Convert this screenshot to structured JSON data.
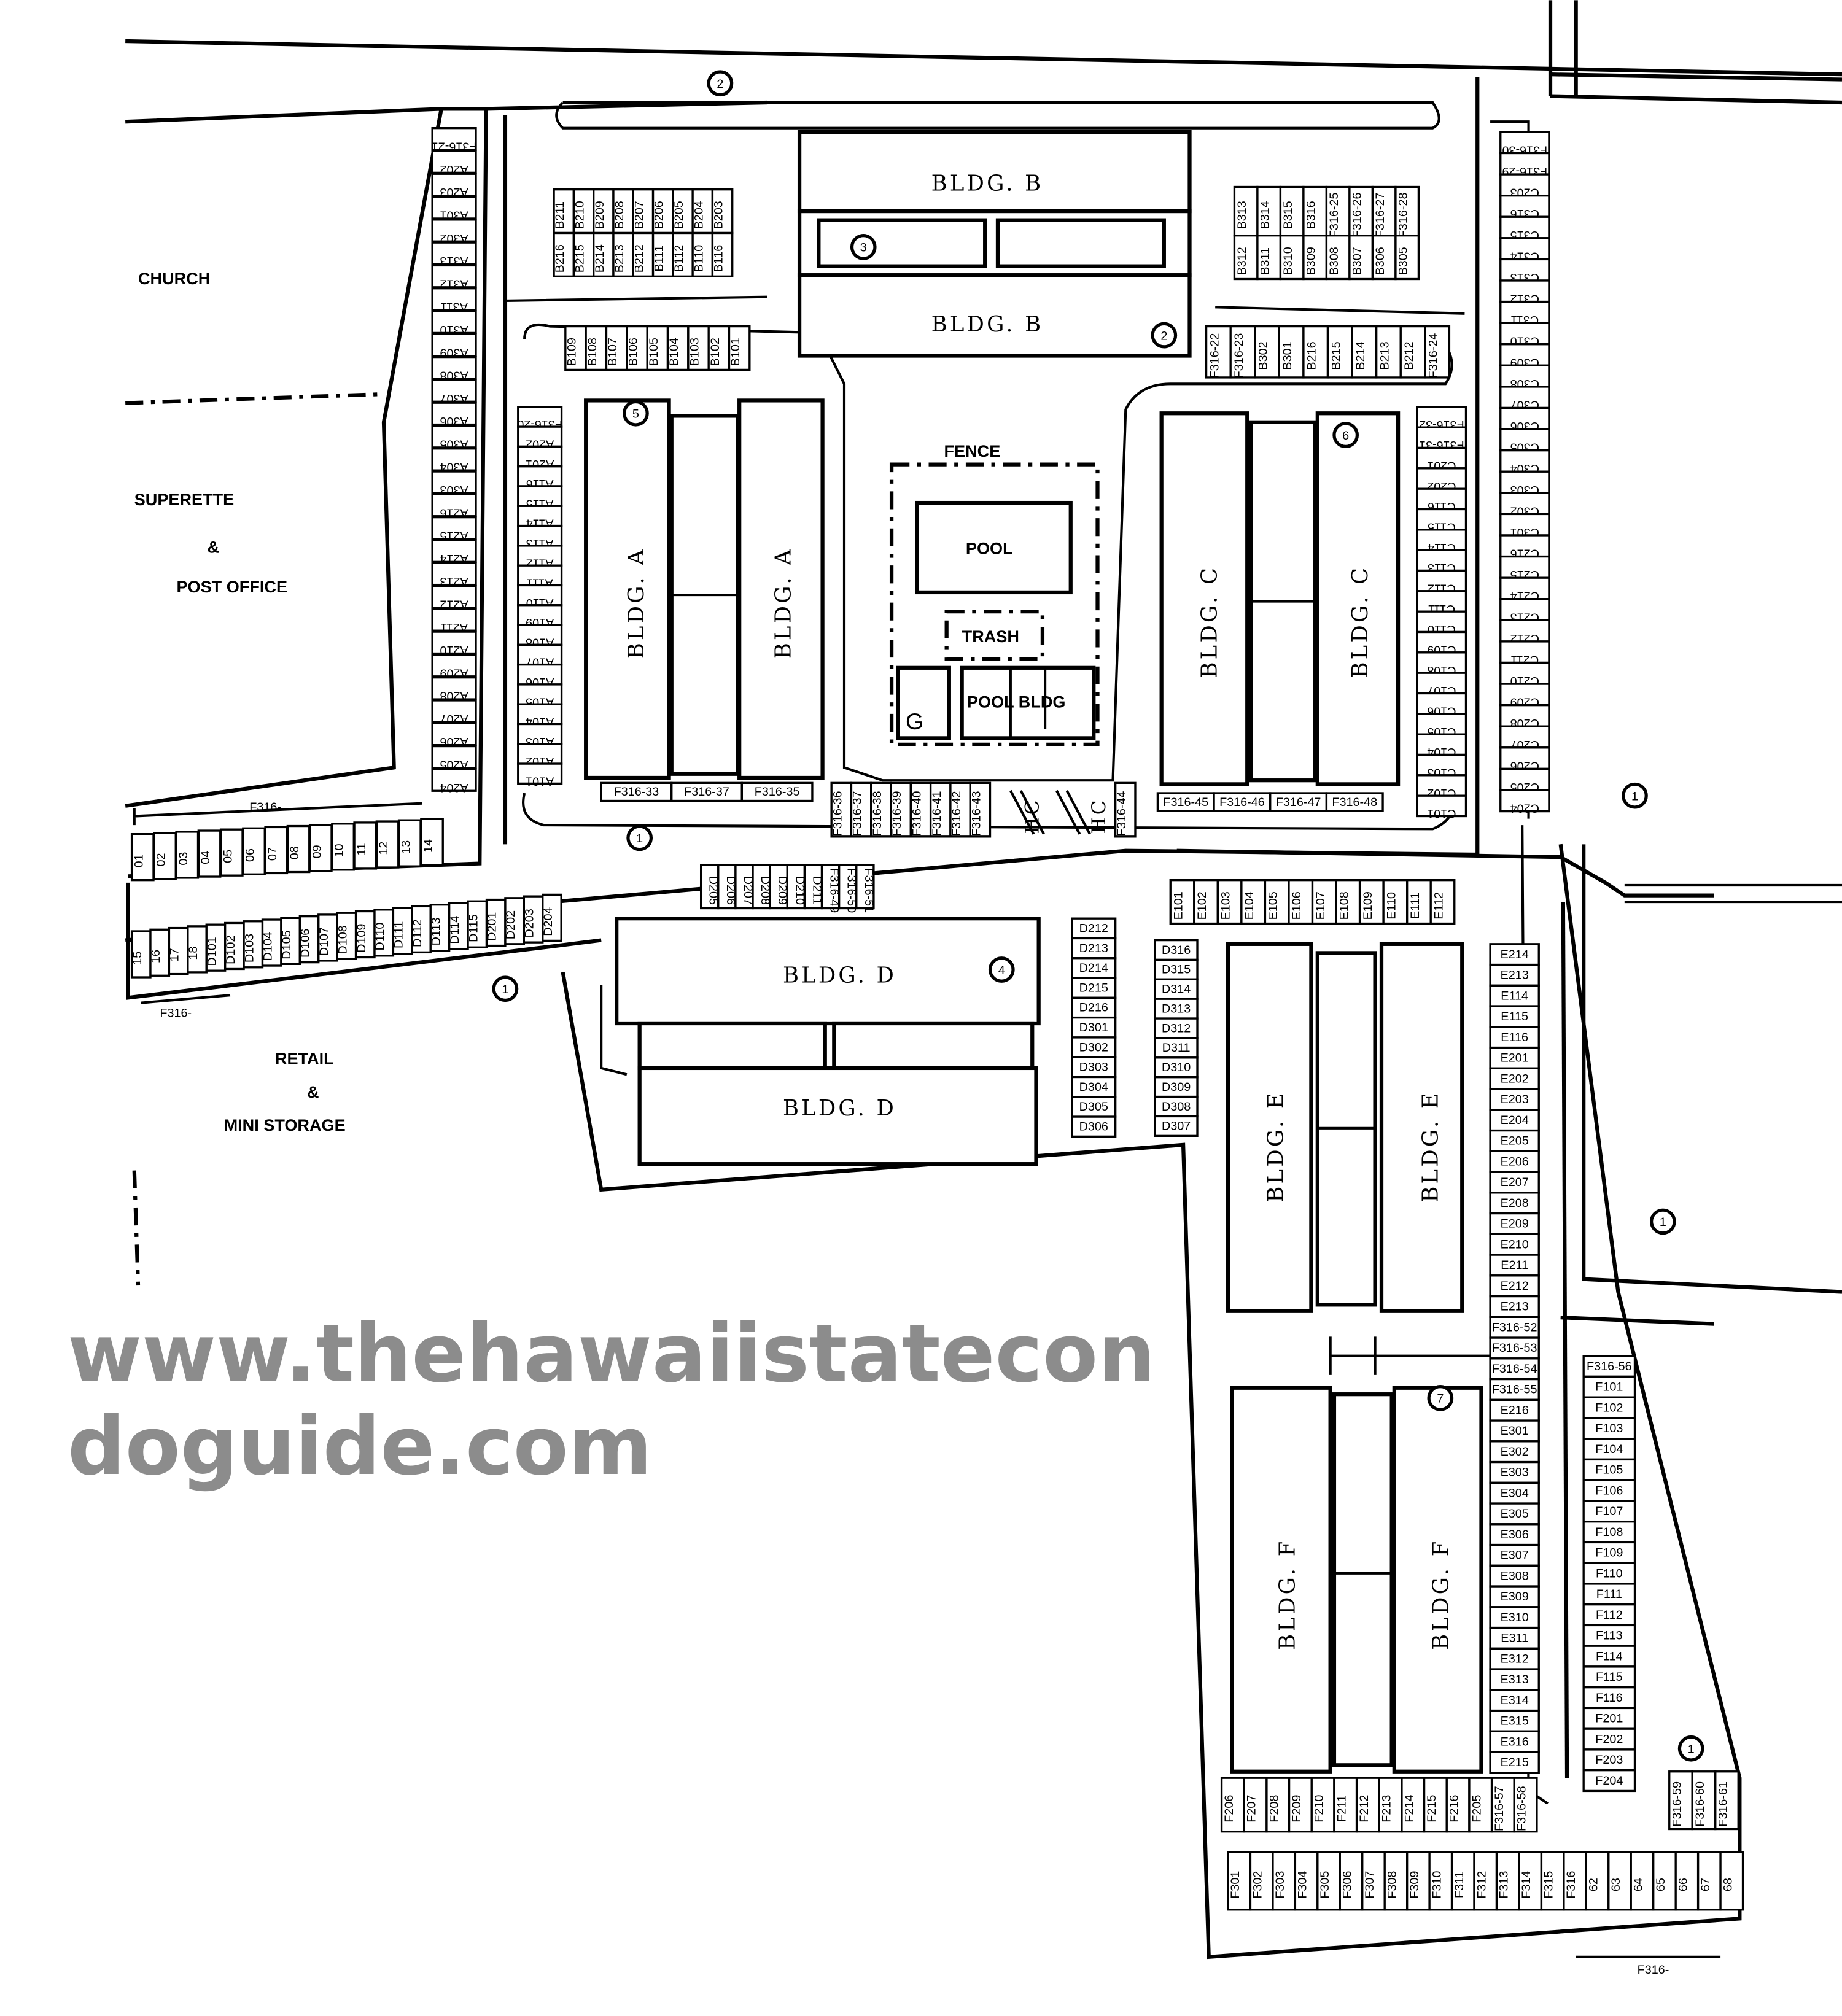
{
  "title_watermark": "www.thehawaiistatecondoguide.com",
  "neighbors": {
    "church": "CHURCH",
    "superette_1": "SUPERETTE",
    "superette_amp": "&",
    "superette_2": "POST OFFICE",
    "retail_1": "RETAIL",
    "retail_amp": "&",
    "retail_2": "MINI STORAGE"
  },
  "amenities": {
    "fence": "FENCE",
    "pool": "POOL",
    "trash": "TRASH",
    "pool_bldg": "POOL BLDG",
    "g": "G",
    "hc1": "HC",
    "hc2": "HC",
    "f316_left": "F316-",
    "f316_lower": "F316-",
    "f316_bottom": "F316-"
  },
  "buildings": {
    "a_left": "BLDG. A",
    "a_right": "BLDG. A",
    "b_top": "BLDG. B",
    "b_bottom": "BLDG. B",
    "c_left": "BLDG. C",
    "c_right": "BLDG. C",
    "d_top": "BLDG. D",
    "d_bottom": "BLDG. D",
    "e_left": "BLDG. E",
    "e_right": "BLDG. E",
    "f_left": "BLDG. F",
    "f_right": "BLDG. F"
  },
  "stalls": {
    "a_outer": [
      "F316-21",
      "A202",
      "A203",
      "A301",
      "A302",
      "A313",
      "A312",
      "A311",
      "A310",
      "A309",
      "A308",
      "A307",
      "A306",
      "A305",
      "A304",
      "A303",
      "A216",
      "A215",
      "A214",
      "A213",
      "A212",
      "A211",
      "A210",
      "A209",
      "A208",
      "A207",
      "A206",
      "A205",
      "A204"
    ],
    "a_inner": [
      "F316-20",
      "A202",
      "A201",
      "A116",
      "A115",
      "A114",
      "A113",
      "A112",
      "A111",
      "A110",
      "A109",
      "A108",
      "A107",
      "A106",
      "A105",
      "A104",
      "A103",
      "A102",
      "A101"
    ],
    "lot_top": [
      "01",
      "02",
      "03",
      "04",
      "05",
      "06",
      "07",
      "08",
      "09",
      "10",
      "11",
      "12",
      "13",
      "14"
    ],
    "lot_bottom": [
      "15",
      "16",
      "17",
      "18",
      "D101",
      "D102",
      "D103",
      "D104",
      "D105",
      "D106",
      "D107",
      "D108",
      "D109",
      "D110",
      "D111",
      "D112",
      "D113",
      "D114",
      "D115",
      "D201",
      "D202",
      "D203",
      "D204"
    ],
    "d_top_row": [
      "D205",
      "D206",
      "D207",
      "D208",
      "D209",
      "D210",
      "D211",
      "F316-49",
      "F316-50",
      "F316-51"
    ],
    "d_col1": [
      "D212",
      "D213",
      "D214",
      "D215",
      "D216",
      "D301",
      "D302",
      "D303",
      "D304",
      "D305",
      "D306"
    ],
    "d_col2": [
      "D316",
      "D315",
      "D314",
      "D313",
      "D312",
      "D311",
      "D310",
      "D309",
      "D308",
      "D307"
    ],
    "b_nw_top": [
      "B211",
      "B210",
      "B209",
      "B208",
      "B207",
      "B206",
      "B205",
      "B204",
      "B203"
    ],
    "b_nw_bottom": [
      "B216",
      "B215",
      "B214",
      "B213",
      "B212",
      "B111",
      "B112",
      "B110",
      "B116"
    ],
    "b_row_left": [
      "B109",
      "B108",
      "B107",
      "B106",
      "B105",
      "B104",
      "B103",
      "B102",
      "B101"
    ],
    "b_ne_top": [
      "B313",
      "B314",
      "B315",
      "B316",
      "F316-25",
      "F316-26",
      "F316-27",
      "F316-28"
    ],
    "b_ne_bottom": [
      "B312",
      "B311",
      "B310",
      "B309",
      "B308",
      "B307",
      "B306",
      "B305"
    ],
    "b_row_right": [
      "F316-22",
      "F316-23",
      "B302",
      "B301",
      "B216",
      "B215",
      "B214",
      "B213",
      "B212",
      "F316-24"
    ],
    "c_outer": [
      "F316-30",
      "F316-29",
      "C203",
      "C316",
      "C315",
      "C314",
      "C313",
      "C312",
      "C311",
      "C310",
      "C309",
      "C308",
      "C307",
      "C306",
      "C305",
      "C304",
      "C303",
      "C302",
      "C301",
      "C216",
      "C215",
      "C214",
      "C213",
      "C212",
      "C211",
      "C210",
      "C209",
      "C208",
      "C207",
      "C206",
      "C205",
      "C204"
    ],
    "c_inner": [
      "F316-32",
      "F316-31",
      "C201",
      "C202",
      "C116",
      "C115",
      "C114",
      "C113",
      "C112",
      "C111",
      "C110",
      "C109",
      "C108",
      "C107",
      "C106",
      "C105",
      "C104",
      "C103",
      "C102",
      "C101"
    ],
    "mid_row_a": [
      "F316-33",
      "F316-37",
      "F316-35"
    ],
    "mid_row_pool": [
      "F316-36",
      "F316-37",
      "F316-38",
      "F316-39",
      "F316-40",
      "F316-41",
      "F316-42",
      "F316-43"
    ],
    "mid_row_c": [
      "F316-45",
      "F316-46",
      "F316-47",
      "F316-48"
    ],
    "hc_stall": [
      "F316-44"
    ],
    "e_top_row": [
      "E101",
      "E102",
      "E103",
      "E104",
      "E105",
      "E106",
      "E107",
      "E108",
      "E109",
      "E110",
      "E111",
      "E112"
    ],
    "e_col": [
      "E214",
      "E213",
      "E114",
      "E115",
      "E116",
      "E201",
      "E202",
      "E203",
      "E204",
      "E205",
      "E206",
      "E207",
      "E208",
      "E209",
      "E210",
      "E211",
      "E212",
      "E213",
      "F316-52",
      "F316-53",
      "F316-54",
      "F316-55",
      "E216",
      "E301",
      "E302",
      "E303",
      "E304",
      "E305",
      "E306",
      "E307",
      "E308",
      "E309",
      "E310",
      "E311",
      "E312",
      "E313",
      "E314",
      "E315",
      "E316",
      "E215"
    ],
    "f_col": [
      "F316-56",
      "F101",
      "F102",
      "F103",
      "F104",
      "F105",
      "F106",
      "F107",
      "F108",
      "F109",
      "F110",
      "F111",
      "F112",
      "F113",
      "F114",
      "F115",
      "F116",
      "F201",
      "F202",
      "F203",
      "F204"
    ],
    "f_row_mid": [
      "F206",
      "F207",
      "F208",
      "F209",
      "F210",
      "F211",
      "F212",
      "F213",
      "F214",
      "F215",
      "F216",
      "F205",
      "F316-57",
      "F316-58"
    ],
    "f_row_bottom": [
      "F301",
      "F302",
      "F303",
      "F304",
      "F305",
      "F306",
      "F307",
      "F308",
      "F309",
      "F310",
      "F311",
      "F312",
      "F313",
      "F314",
      "F315",
      "F316",
      "62",
      "63",
      "64",
      "65",
      "66",
      "67",
      "68"
    ],
    "f_corner": [
      "F316-59",
      "F316-60",
      "F316-61"
    ]
  },
  "markers": [
    "1",
    "1",
    "1",
    "1",
    "1",
    "2",
    "2",
    "3",
    "4",
    "5",
    "6",
    "7"
  ]
}
